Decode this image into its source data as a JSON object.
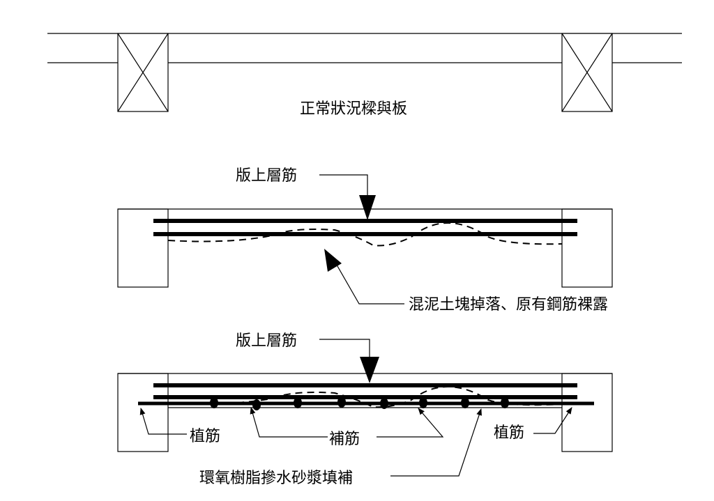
{
  "colors": {
    "line": "#000000",
    "background": "#ffffff"
  },
  "normal": {
    "caption": "正常狀況樑與板"
  },
  "damaged": {
    "top_rebar_label": "版上層筋",
    "spalling_label": "混泥土塊掉落、原有鋼筋裸露"
  },
  "repaired": {
    "top_rebar_label": "版上層筋",
    "dowel_left_label": "植筋",
    "added_rebar_label": "補筋",
    "dowel_right_label": "植筋",
    "mortar_label": "環氧樹脂摻水砂漿填補"
  }
}
